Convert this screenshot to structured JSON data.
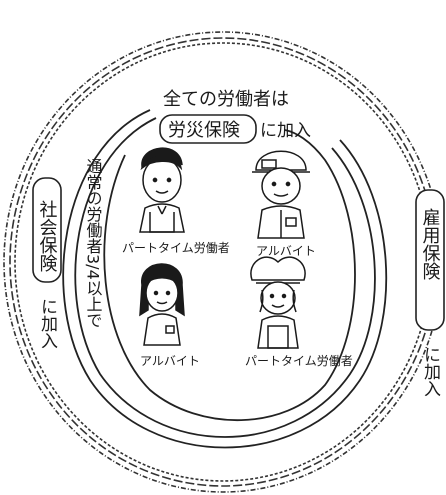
{
  "inner": {
    "line1": "全ての労働者は",
    "box_label": "労災保険",
    "suffix": "に加入"
  },
  "middle": {
    "condition": "通常の労働者3/4以上で",
    "box_label": "社会保険",
    "suffix": "に加入"
  },
  "outer": {
    "box_label": "雇用保険",
    "suffix": "に加入"
  },
  "workers": [
    {
      "id": "w1",
      "label": "パートタイム労働者",
      "role": "part-time-man"
    },
    {
      "id": "w2",
      "label": "アルバイト",
      "role": "helmet-worker"
    },
    {
      "id": "w3",
      "label": "アルバイト",
      "role": "woman"
    },
    {
      "id": "w4",
      "label": "パートタイム労働者",
      "role": "woman-headscarf"
    }
  ],
  "colors": {
    "ink": "#1a1a1a",
    "paper": "#ffffff"
  }
}
